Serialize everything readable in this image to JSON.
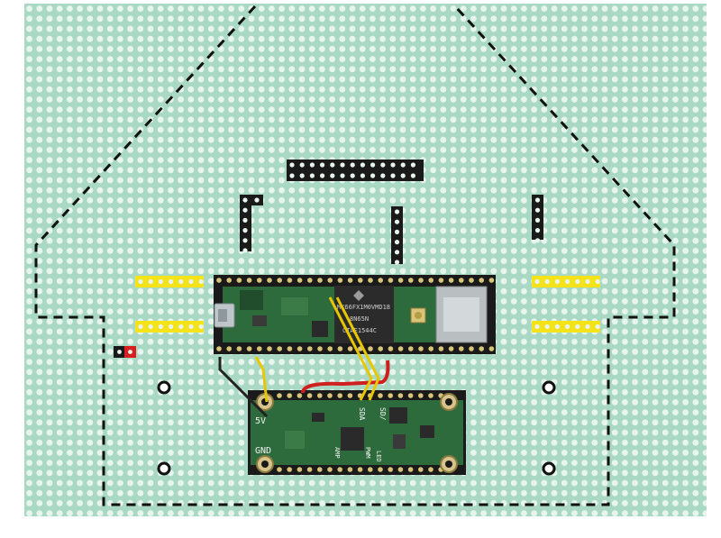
{
  "colors": {
    "board": "#a9d9c4",
    "hole": "#e8f5ee",
    "pcb": "#2e6b3c",
    "pcb_dark": "#21502d",
    "header": "#1a1a1a",
    "yellow_header": "#f4e21b",
    "red_header": "#d81e1e",
    "wire_red": "#d01f1f",
    "wire_yellow": "#e8c700",
    "wire_black": "#222222",
    "outline": "#111111"
  },
  "teensy": {
    "chip_text": [
      "MK66FX1M0VMD18",
      "8N65N",
      "CTAE1544C"
    ]
  },
  "amp_board": {
    "labels": {
      "v5": "5V",
      "gnd": "GND",
      "sda": "SDA",
      "sda2": "SD/",
      "amp": "AMP",
      "pwm": "PWM",
      "led": "LED"
    }
  }
}
